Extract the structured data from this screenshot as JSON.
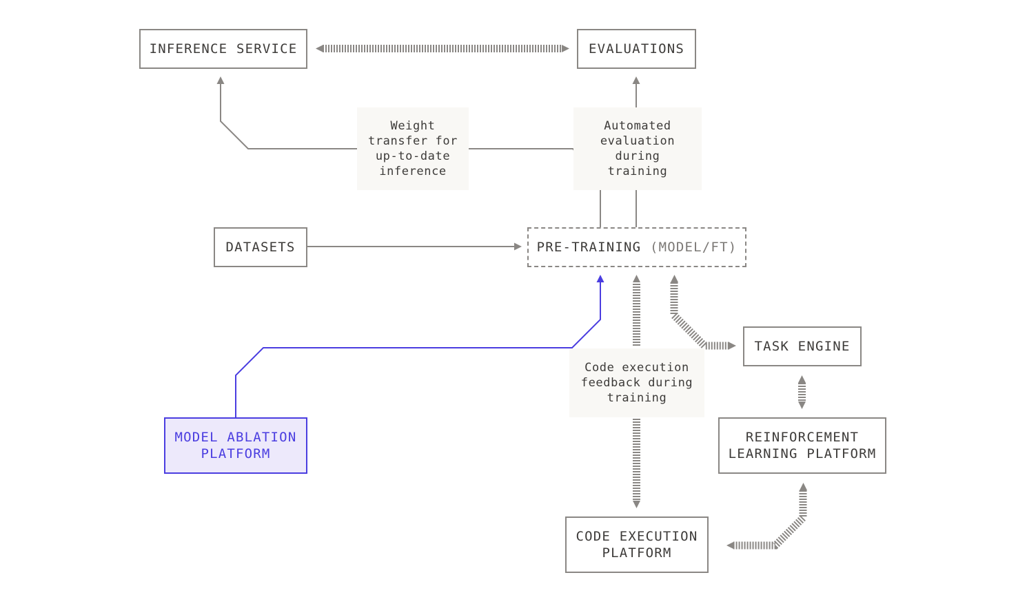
{
  "colors": {
    "stroke": "#8a8784",
    "text": "#3d3b39",
    "accent": "#4a3de0",
    "accent_fill": "#ede9fb",
    "note_fill": "#f9f8f5"
  },
  "nodes": {
    "inference_service": "INFERENCE SERVICE",
    "evaluations": "EVALUATIONS",
    "datasets": "DATASETS",
    "pre_training": {
      "main": "PRE-TRAINING",
      "secondary": "(MODEL/FT)"
    },
    "task_engine": "TASK ENGINE",
    "model_ablation": {
      "line1": "MODEL ABLATION",
      "line2": "PLATFORM"
    },
    "reinforcement_learning": {
      "line1": "REINFORCEMENT",
      "line2": "LEARNING PLATFORM"
    },
    "code_execution": {
      "line1": "CODE EXECUTION",
      "line2": "PLATFORM"
    }
  },
  "notes": {
    "weight_transfer": [
      "Weight",
      "transfer for",
      "up-to-date",
      "inference"
    ],
    "automated_evaluation": [
      "Automated",
      "evaluation",
      "during",
      "training"
    ],
    "code_execution_feedback": [
      "Code execution",
      "feedback during",
      "training"
    ]
  }
}
